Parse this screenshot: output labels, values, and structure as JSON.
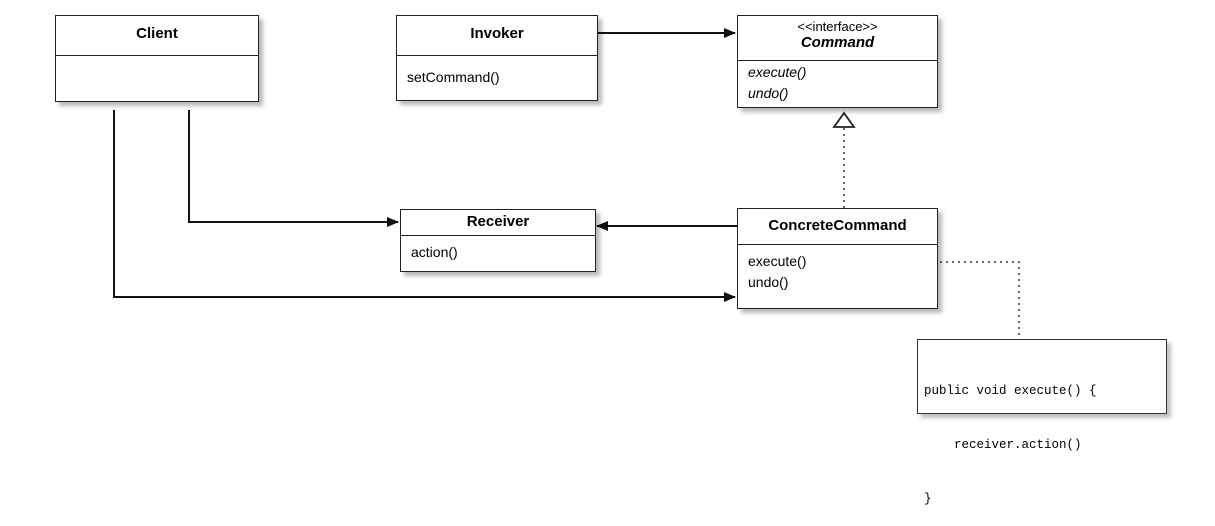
{
  "client": {
    "title": "Client"
  },
  "invoker": {
    "title": "Invoker",
    "methods": [
      "setCommand()"
    ]
  },
  "command": {
    "stereotype": "<<interface>>",
    "title": "Command",
    "methods": [
      "execute()",
      "undo()"
    ]
  },
  "receiver": {
    "title": "Receiver",
    "methods": [
      "action()"
    ]
  },
  "concrete_command": {
    "title": "ConcreteCommand",
    "methods": [
      "execute()",
      "undo()"
    ]
  },
  "note": {
    "lines": [
      "public void execute() {",
      "    receiver.action()",
      "}"
    ]
  }
}
